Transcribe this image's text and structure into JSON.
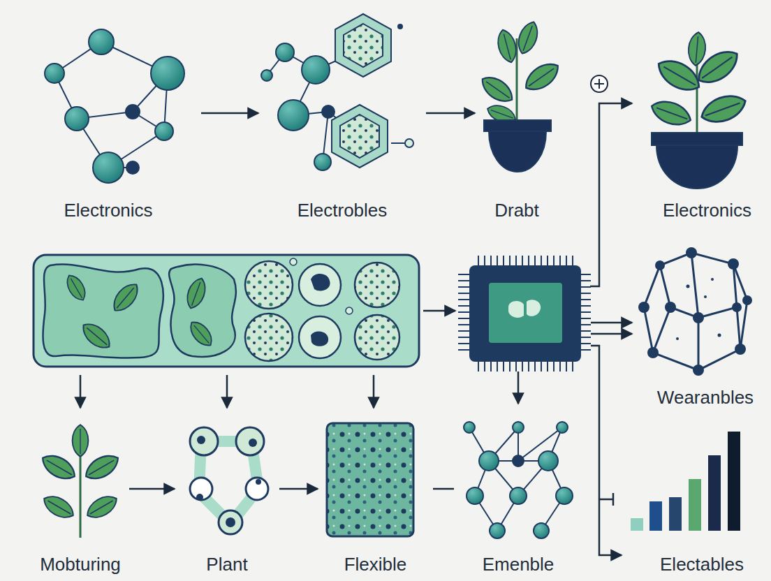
{
  "diagram": {
    "nodes": [
      {
        "text": [
          "Electronics"
        ]
      },
      {
        "text": [
          "Electrobles"
        ]
      },
      {
        "text": [
          "Drabt"
        ]
      },
      {
        "text": [
          "Electronics"
        ]
      },
      {
        "text": [
          "Wearanbles"
        ]
      },
      {
        "text": [
          "Mobturing"
        ]
      },
      {
        "text": [
          "Plant"
        ]
      },
      {
        "text": [
          "Flexible"
        ]
      },
      {
        "text": [
          "Emenble"
        ]
      },
      {
        "text": [
          "Electables"
        ]
      }
    ],
    "edges": [
      {
        "from": 0,
        "to": 1,
        "arrow": "to"
      },
      {
        "from": 1,
        "to": 2,
        "arrow": "to"
      },
      {
        "from": 5,
        "to": 6,
        "arrow": "to"
      },
      {
        "from": 6,
        "to": 7,
        "arrow": "to"
      },
      {
        "from": 7,
        "to": 8,
        "arrow": "none"
      }
    ]
  }
}
